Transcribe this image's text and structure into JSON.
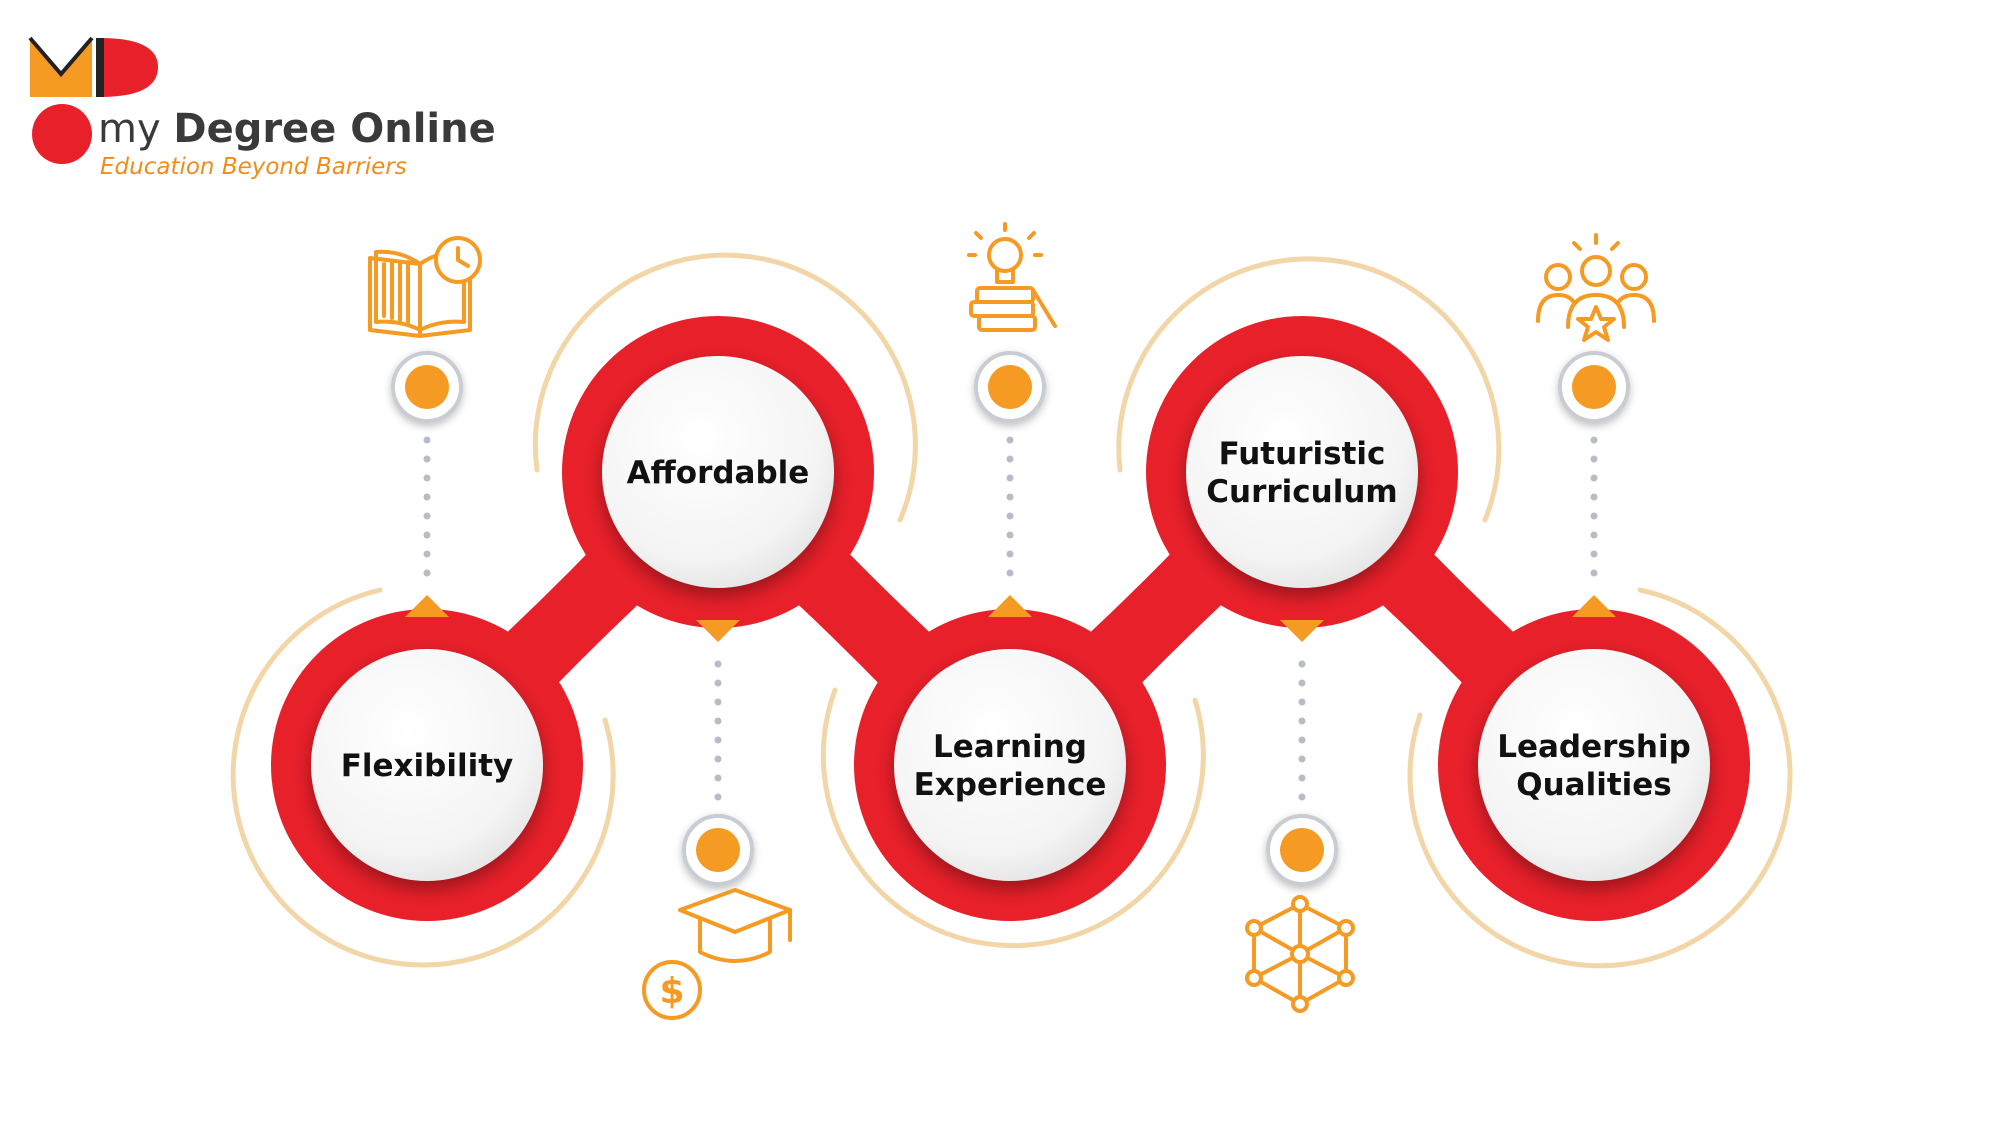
{
  "brand": {
    "name_regular": "my ",
    "name_bold": "Degree Online",
    "tagline": "Education Beyond Barriers"
  },
  "colors": {
    "accent_red": "#e8202a",
    "accent_orange": "#f59a23",
    "ring": "#f3d6a8",
    "dots": "#b7bcc6"
  },
  "nodes": [
    {
      "id": "flexibility",
      "label": [
        "Flexibility"
      ],
      "icon": "open-book-clock-icon"
    },
    {
      "id": "affordable",
      "label": [
        "Affordable"
      ],
      "icon": "graduation-cap-dollar-icon"
    },
    {
      "id": "learning-experience",
      "label": [
        "Learning",
        "Experience"
      ],
      "icon": "lightbulb-books-icon"
    },
    {
      "id": "futuristic-curriculum",
      "label": [
        "Futuristic",
        "Curriculum"
      ],
      "icon": "network-cube-icon"
    },
    {
      "id": "leadership-qualities",
      "label": [
        "Leadership",
        "Qualities"
      ],
      "icon": "team-star-icon"
    }
  ]
}
